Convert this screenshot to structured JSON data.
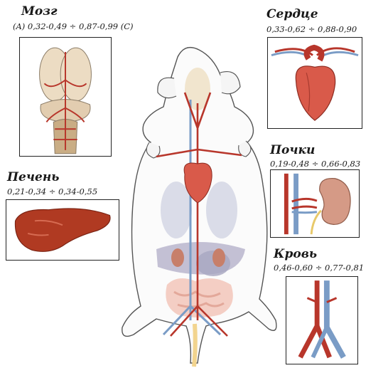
{
  "labels": {
    "brain": {
      "title": "Мозг",
      "range": "(A) 0,32-0,49 ÷ 0,87-0,99 (C)"
    },
    "heart": {
      "title": "Сердце",
      "range": "0,33-0,62 ÷ 0,88-0,90"
    },
    "liver": {
      "title": "Печень",
      "range": "0,21-0,34 ÷ 0,34-0,55"
    },
    "kidneys": {
      "title": "Почки",
      "range": "0,19-0,48 ÷ 0,66-0,83"
    },
    "blood": {
      "title": "Кровь",
      "range": "0,46-0,60 ÷ 0,77-0,81"
    }
  },
  "colors": {
    "artery": "#b8362b",
    "vein": "#7a9cc6",
    "heart": "#d95a4a",
    "liver": "#b03a22",
    "kidney": "#d59a86",
    "brain": "#e9d4b8"
  },
  "icons": [
    "rat-anatomy-illustration",
    "brain-illustration",
    "heart-illustration",
    "liver-illustration",
    "kidney-illustration",
    "blood-vessels-illustration"
  ]
}
